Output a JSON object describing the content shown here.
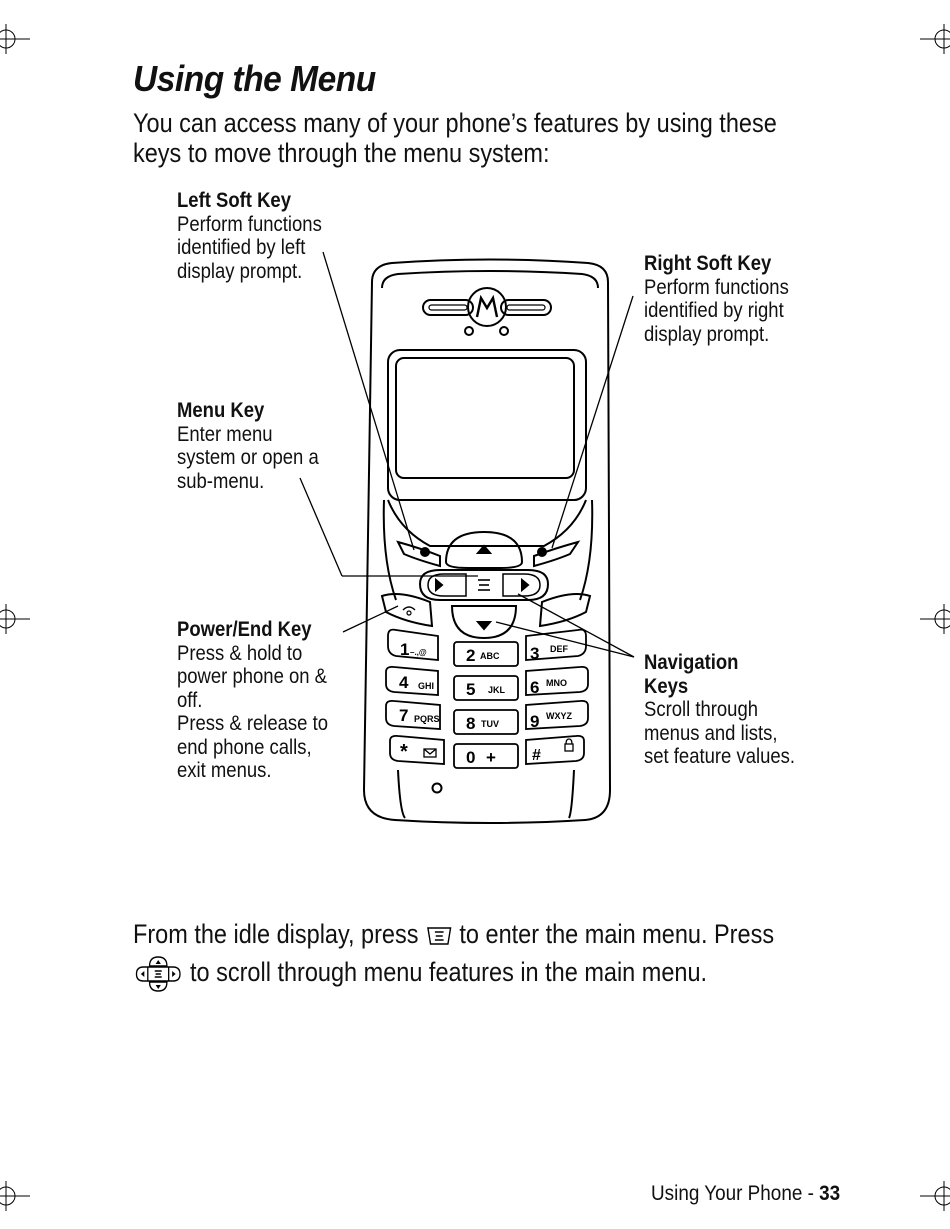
{
  "page": {
    "title": "Using the Menu",
    "intro": "You can access many of your phone’s features by using these keys to move through the menu system:"
  },
  "callouts": {
    "left_soft_key": {
      "heading": "Left Soft Key",
      "body": "Perform functions\nidentified by left\ndisplay prompt."
    },
    "menu_key": {
      "heading": "Menu Key",
      "body": "Enter menu\nsystem or open a\nsub-menu."
    },
    "power_end_key": {
      "heading": "Power/End Key",
      "body": "Press & hold to\npower phone on &\noff.\nPress & release to\nend phone calls,\nexit menus."
    },
    "right_soft_key": {
      "heading": "Right Soft Key",
      "body": "Perform functions\nidentified by right\ndisplay prompt."
    },
    "navigation_keys": {
      "heading": "Navigation\nKeys",
      "body": "Scroll through\nmenus and lists,\nset feature values."
    }
  },
  "keypad": {
    "rows": [
      [
        {
          "digit": "1",
          "letters": "–.,@"
        },
        {
          "digit": "2",
          "letters": "ABC"
        },
        {
          "digit": "3",
          "letters": "DEF"
        }
      ],
      [
        {
          "digit": "4",
          "letters": "GHI"
        },
        {
          "digit": "5",
          "letters": "JKL"
        },
        {
          "digit": "6",
          "letters": "MNO"
        }
      ],
      [
        {
          "digit": "7",
          "letters": "PQRS"
        },
        {
          "digit": "8",
          "letters": "TUV"
        },
        {
          "digit": "9",
          "letters": "WXYZ"
        }
      ],
      [
        {
          "digit": "*",
          "letters": ""
        },
        {
          "digit": "0",
          "letters": "+"
        },
        {
          "digit": "#",
          "letters": ""
        }
      ]
    ]
  },
  "outro": {
    "line1_before": "From the idle display, press",
    "line1_after": "to enter the main menu. Press",
    "line2_after": "to scroll through menu features in the main menu."
  },
  "footer": {
    "section": "Using Your Phone - ",
    "page_number": "33"
  }
}
